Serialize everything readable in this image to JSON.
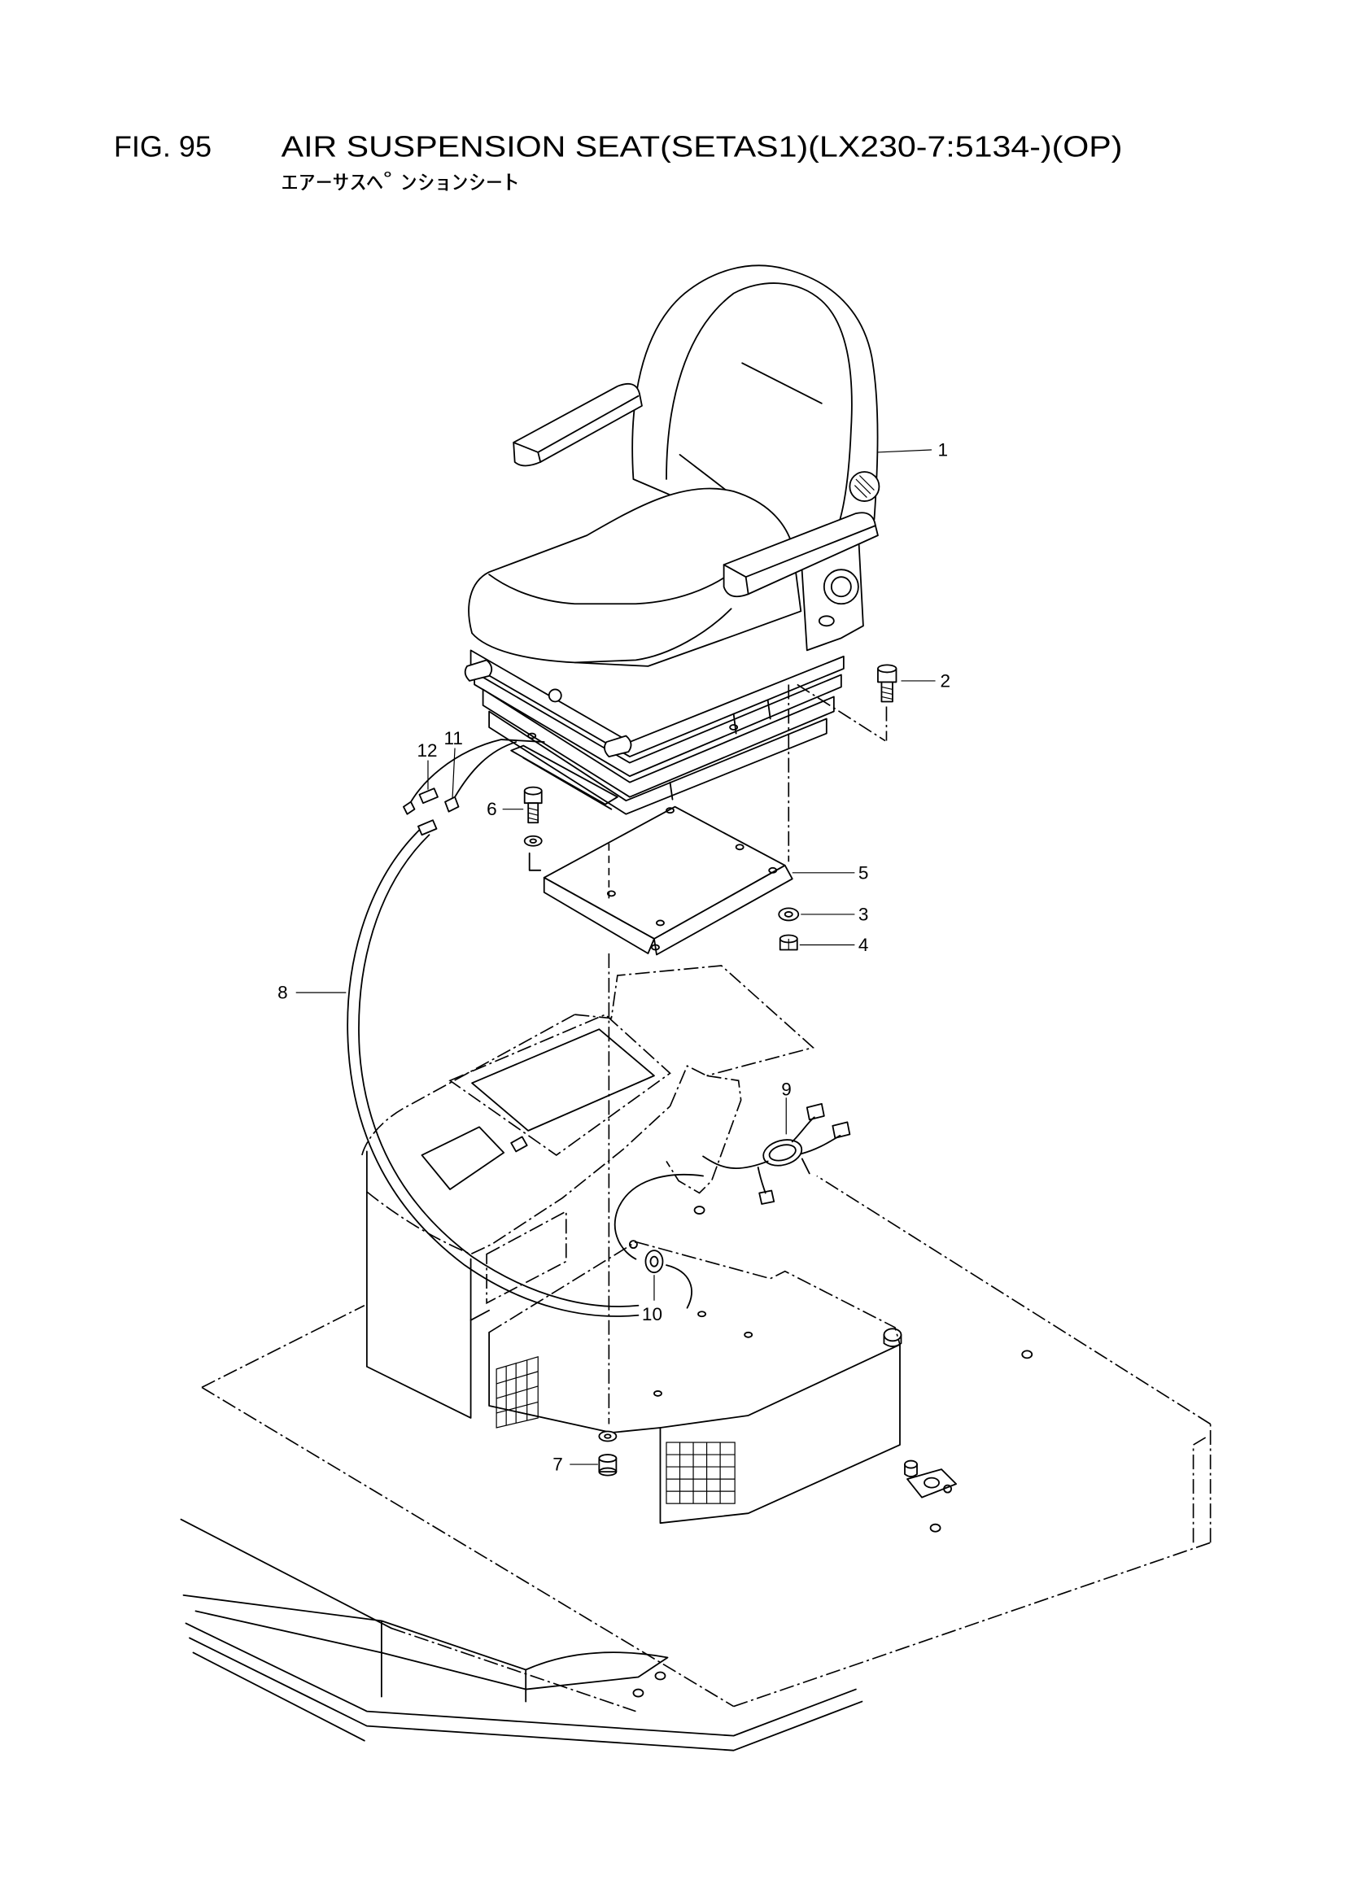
{
  "figure": {
    "number": "FIG. 95",
    "title": "AIR SUSPENSION SEAT(SETAS1)(LX230-7:5134-)(OP)",
    "subtitle": "ｴｱｰｻｽﾍﾟﾝｼｮﾝｼｰﾄ"
  },
  "callouts": [
    "1",
    "2",
    "3",
    "4",
    "5",
    "6",
    "7",
    "8",
    "9",
    "10",
    "11",
    "12"
  ]
}
